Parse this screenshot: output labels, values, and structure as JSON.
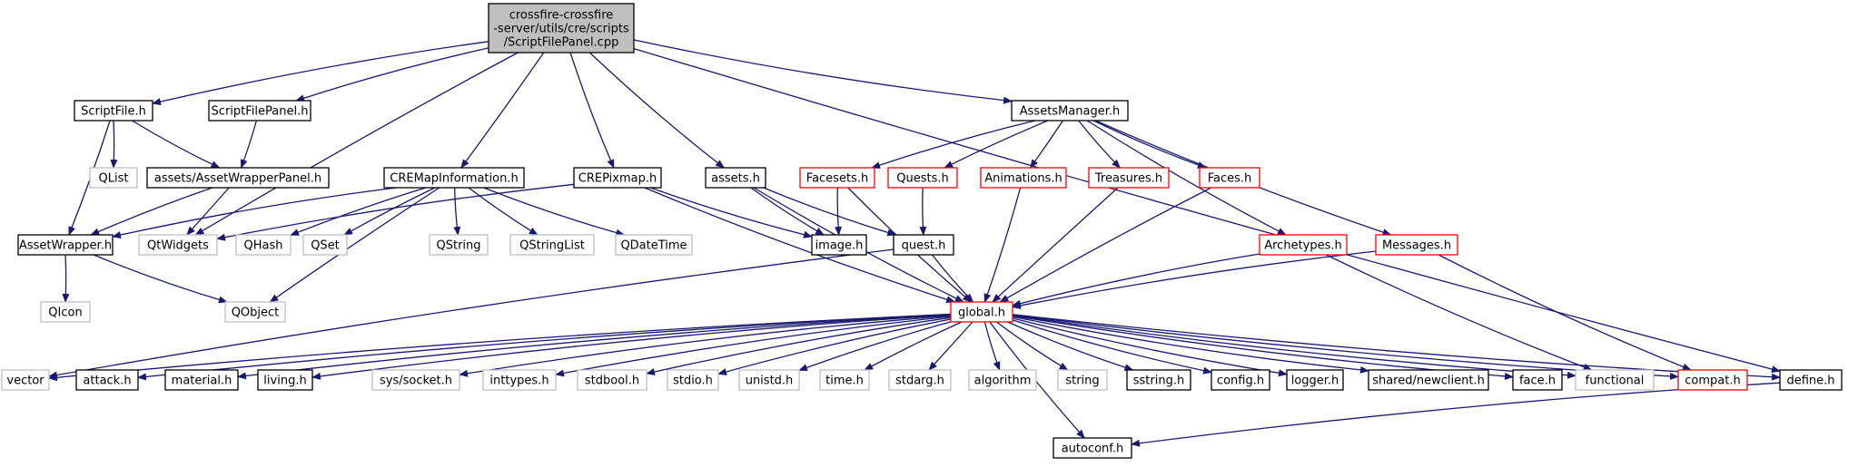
{
  "colors": {
    "edge": "#191970",
    "text": "#000000",
    "border_normal": "#000000",
    "border_missing": "#bfbfbf",
    "border_truncated": "#ff0000",
    "root_fill": "#bfbfbf",
    "node_fill": "#ffffff"
  },
  "nodes": [
    {
      "id": "root",
      "lines": [
        "crossfire-crossfire",
        "-server/utils/cre/scripts",
        "/ScriptFilePanel.cpp"
      ],
      "style": "root"
    },
    {
      "id": "scriptfile_h",
      "lines": [
        "ScriptFile.h"
      ],
      "style": "normal"
    },
    {
      "id": "scriptfilepanel_h",
      "lines": [
        "ScriptFilePanel.h"
      ],
      "style": "normal"
    },
    {
      "id": "qlist",
      "lines": [
        "QList"
      ],
      "style": "missing"
    },
    {
      "id": "assetwrapperpanel_h",
      "lines": [
        "assets/AssetWrapperPanel.h"
      ],
      "style": "normal"
    },
    {
      "id": "cremapinformation_h",
      "lines": [
        "CREMapInformation.h"
      ],
      "style": "normal"
    },
    {
      "id": "crepixmap_h",
      "lines": [
        "CREPixmap.h"
      ],
      "style": "normal"
    },
    {
      "id": "assets_h",
      "lines": [
        "assets.h"
      ],
      "style": "normal"
    },
    {
      "id": "assetsmanager_h",
      "lines": [
        "AssetsManager.h"
      ],
      "style": "normal"
    },
    {
      "id": "facesets_h",
      "lines": [
        "Facesets.h"
      ],
      "style": "truncated"
    },
    {
      "id": "quests_h",
      "lines": [
        "Quests.h"
      ],
      "style": "truncated"
    },
    {
      "id": "animations_h",
      "lines": [
        "Animations.h"
      ],
      "style": "truncated"
    },
    {
      "id": "treasures_h",
      "lines": [
        "Treasures.h"
      ],
      "style": "truncated"
    },
    {
      "id": "faces_h",
      "lines": [
        "Faces.h"
      ],
      "style": "truncated"
    },
    {
      "id": "archetypes_h",
      "lines": [
        "Archetypes.h"
      ],
      "style": "truncated"
    },
    {
      "id": "messages_h",
      "lines": [
        "Messages.h"
      ],
      "style": "truncated"
    },
    {
      "id": "assetwrapper_h",
      "lines": [
        "AssetWrapper.h"
      ],
      "style": "normal"
    },
    {
      "id": "qtwidgets",
      "lines": [
        "QtWidgets"
      ],
      "style": "missing"
    },
    {
      "id": "qhash",
      "lines": [
        "QHash"
      ],
      "style": "missing"
    },
    {
      "id": "qset",
      "lines": [
        "QSet"
      ],
      "style": "missing"
    },
    {
      "id": "qstring",
      "lines": [
        "QString"
      ],
      "style": "missing"
    },
    {
      "id": "qstringlist",
      "lines": [
        "QStringList"
      ],
      "style": "missing"
    },
    {
      "id": "qdatetime",
      "lines": [
        "QDateTime"
      ],
      "style": "missing"
    },
    {
      "id": "image_h",
      "lines": [
        "image.h"
      ],
      "style": "normal"
    },
    {
      "id": "quest_h",
      "lines": [
        "quest.h"
      ],
      "style": "normal"
    },
    {
      "id": "qicon",
      "lines": [
        "QIcon"
      ],
      "style": "missing"
    },
    {
      "id": "qobject",
      "lines": [
        "QObject"
      ],
      "style": "missing"
    },
    {
      "id": "global_h",
      "lines": [
        "global.h"
      ],
      "style": "truncated"
    },
    {
      "id": "vector",
      "lines": [
        "vector"
      ],
      "style": "missing"
    },
    {
      "id": "attack_h",
      "lines": [
        "attack.h"
      ],
      "style": "normal"
    },
    {
      "id": "material_h",
      "lines": [
        "material.h"
      ],
      "style": "normal"
    },
    {
      "id": "living_h",
      "lines": [
        "living.h"
      ],
      "style": "normal"
    },
    {
      "id": "sys_socket_h",
      "lines": [
        "sys/socket.h"
      ],
      "style": "missing"
    },
    {
      "id": "inttypes_h",
      "lines": [
        "inttypes.h"
      ],
      "style": "missing"
    },
    {
      "id": "stdbool_h",
      "lines": [
        "stdbool.h"
      ],
      "style": "missing"
    },
    {
      "id": "stdio_h",
      "lines": [
        "stdio.h"
      ],
      "style": "missing"
    },
    {
      "id": "unistd_h",
      "lines": [
        "unistd.h"
      ],
      "style": "missing"
    },
    {
      "id": "time_h",
      "lines": [
        "time.h"
      ],
      "style": "missing"
    },
    {
      "id": "stdarg_h",
      "lines": [
        "stdarg.h"
      ],
      "style": "missing"
    },
    {
      "id": "algorithm",
      "lines": [
        "algorithm"
      ],
      "style": "missing"
    },
    {
      "id": "string",
      "lines": [
        "string"
      ],
      "style": "missing"
    },
    {
      "id": "sstring_h",
      "lines": [
        "sstring.h"
      ],
      "style": "normal"
    },
    {
      "id": "config_h",
      "lines": [
        "config.h"
      ],
      "style": "normal"
    },
    {
      "id": "logger_h",
      "lines": [
        "logger.h"
      ],
      "style": "normal"
    },
    {
      "id": "shared_newclient_h",
      "lines": [
        "shared/newclient.h"
      ],
      "style": "normal"
    },
    {
      "id": "face_h",
      "lines": [
        "face.h"
      ],
      "style": "normal"
    },
    {
      "id": "functional",
      "lines": [
        "functional"
      ],
      "style": "missing"
    },
    {
      "id": "compat_h",
      "lines": [
        "compat.h"
      ],
      "style": "truncated"
    },
    {
      "id": "define_h",
      "lines": [
        "define.h"
      ],
      "style": "normal"
    },
    {
      "id": "autoconf_h",
      "lines": [
        "autoconf.h"
      ],
      "style": "normal"
    }
  ],
  "edges": [
    [
      "root",
      "scriptfile_h"
    ],
    [
      "root",
      "scriptfilepanel_h"
    ],
    [
      "root",
      "qtwidgets"
    ],
    [
      "root",
      "cremapinformation_h"
    ],
    [
      "root",
      "crepixmap_h"
    ],
    [
      "root",
      "assets_h"
    ],
    [
      "root",
      "assetsmanager_h"
    ],
    [
      "root",
      "define_h"
    ],
    [
      "scriptfile_h",
      "qlist"
    ],
    [
      "scriptfile_h",
      "assetwrapperpanel_h"
    ],
    [
      "scriptfile_h",
      "assetwrapper_h"
    ],
    [
      "scriptfilepanel_h",
      "assetwrapperpanel_h"
    ],
    [
      "assetwrapperpanel_h",
      "assetwrapper_h"
    ],
    [
      "assetwrapperpanel_h",
      "qtwidgets"
    ],
    [
      "assetwrapper_h",
      "qicon"
    ],
    [
      "assetwrapper_h",
      "qobject"
    ],
    [
      "cremapinformation_h",
      "assetwrapper_h"
    ],
    [
      "cremapinformation_h",
      "qhash"
    ],
    [
      "cremapinformation_h",
      "qset"
    ],
    [
      "cremapinformation_h",
      "qstring"
    ],
    [
      "cremapinformation_h",
      "qstringlist"
    ],
    [
      "cremapinformation_h",
      "qdatetime"
    ],
    [
      "cremapinformation_h",
      "qobject"
    ],
    [
      "crepixmap_h",
      "qtwidgets"
    ],
    [
      "crepixmap_h",
      "image_h"
    ],
    [
      "crepixmap_h",
      "global_h"
    ],
    [
      "assets_h",
      "image_h"
    ],
    [
      "assets_h",
      "quest_h"
    ],
    [
      "assets_h",
      "global_h"
    ],
    [
      "assetsmanager_h",
      "facesets_h"
    ],
    [
      "assetsmanager_h",
      "quests_h"
    ],
    [
      "assetsmanager_h",
      "animations_h"
    ],
    [
      "assetsmanager_h",
      "treasures_h"
    ],
    [
      "assetsmanager_h",
      "faces_h"
    ],
    [
      "assetsmanager_h",
      "archetypes_h"
    ],
    [
      "assetsmanager_h",
      "messages_h"
    ],
    [
      "facesets_h",
      "image_h"
    ],
    [
      "facesets_h",
      "global_h"
    ],
    [
      "quests_h",
      "quest_h"
    ],
    [
      "quest_h",
      "vector"
    ],
    [
      "quest_h",
      "global_h"
    ],
    [
      "animations_h",
      "global_h"
    ],
    [
      "treasures_h",
      "global_h"
    ],
    [
      "faces_h",
      "global_h"
    ],
    [
      "archetypes_h",
      "global_h"
    ],
    [
      "archetypes_h",
      "functional"
    ],
    [
      "messages_h",
      "global_h"
    ],
    [
      "messages_h",
      "compat_h"
    ],
    [
      "global_h",
      "vector"
    ],
    [
      "global_h",
      "attack_h"
    ],
    [
      "global_h",
      "material_h"
    ],
    [
      "global_h",
      "living_h"
    ],
    [
      "global_h",
      "sys_socket_h"
    ],
    [
      "global_h",
      "inttypes_h"
    ],
    [
      "global_h",
      "stdbool_h"
    ],
    [
      "global_h",
      "stdio_h"
    ],
    [
      "global_h",
      "unistd_h"
    ],
    [
      "global_h",
      "time_h"
    ],
    [
      "global_h",
      "stdarg_h"
    ],
    [
      "global_h",
      "algorithm"
    ],
    [
      "global_h",
      "string"
    ],
    [
      "global_h",
      "sstring_h"
    ],
    [
      "global_h",
      "config_h"
    ],
    [
      "global_h",
      "logger_h"
    ],
    [
      "global_h",
      "shared_newclient_h"
    ],
    [
      "global_h",
      "face_h"
    ],
    [
      "global_h",
      "functional"
    ],
    [
      "global_h",
      "compat_h"
    ],
    [
      "global_h",
      "define_h"
    ],
    [
      "global_h",
      "autoconf_h"
    ],
    [
      "define_h",
      "autoconf_h"
    ]
  ]
}
